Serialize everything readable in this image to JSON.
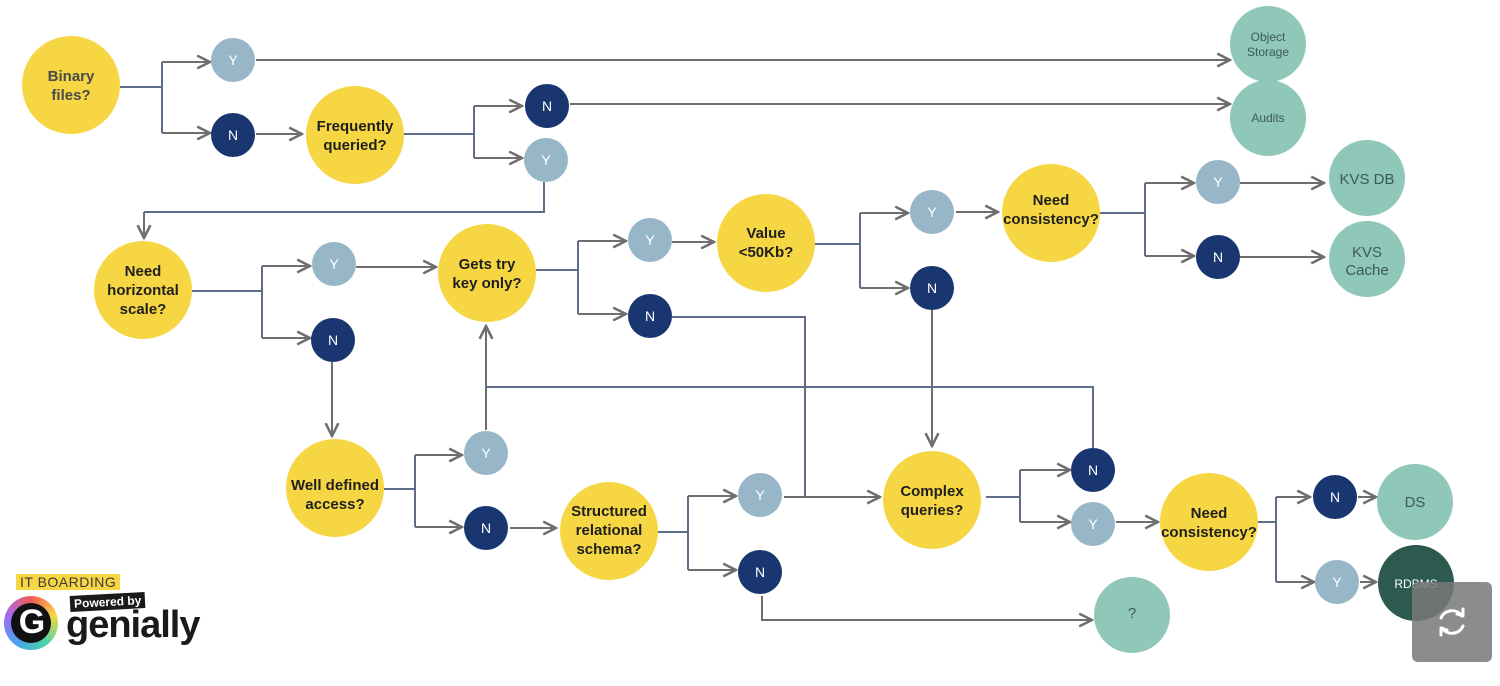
{
  "questions": {
    "binary_files": [
      "Binary",
      "files?"
    ],
    "frequently_queried": [
      "Frequently",
      "queried?"
    ],
    "need_horizontal_scale": [
      "Need",
      "horizontal",
      "scale?"
    ],
    "gets_try_key_only": [
      "Gets try",
      "key only?"
    ],
    "value_50kb": [
      "Value",
      "<50Kb?"
    ],
    "need_consistency_top": [
      "Need",
      "consistency?"
    ],
    "well_defined_access": [
      "Well defined",
      "access?"
    ],
    "structured_relational_schema": [
      "Structured",
      "relational",
      "schema?"
    ],
    "complex_queries": [
      "Complex",
      "queries?"
    ],
    "need_consistency_bottom": [
      "Need",
      "consistency?"
    ]
  },
  "results": {
    "object_storage": [
      "Object",
      "Storage"
    ],
    "audits": [
      "Audits"
    ],
    "kvs_db": [
      "KVS DB"
    ],
    "kvs_cache": [
      "KVS",
      "Cache"
    ],
    "ds": [
      "DS"
    ],
    "rdbms": [
      "RDBMS"
    ],
    "unknown": [
      "?"
    ]
  },
  "answers": {
    "yes": "Y",
    "no": "N"
  },
  "colors": {
    "question": "#f6d743",
    "result": "#8fc7b9",
    "result_dark": "#2d5a4f",
    "yes": "#97b6c8",
    "no": "#1a3670",
    "connector": "#5d6d8a",
    "arrow": "#6e6e6e"
  },
  "logo": {
    "tag": "IT BOARDING",
    "powered": "Powered by",
    "brand": "genially",
    "mark_icon": "genially-logo-icon"
  },
  "controls": {
    "refresh_icon": "refresh-icon"
  }
}
